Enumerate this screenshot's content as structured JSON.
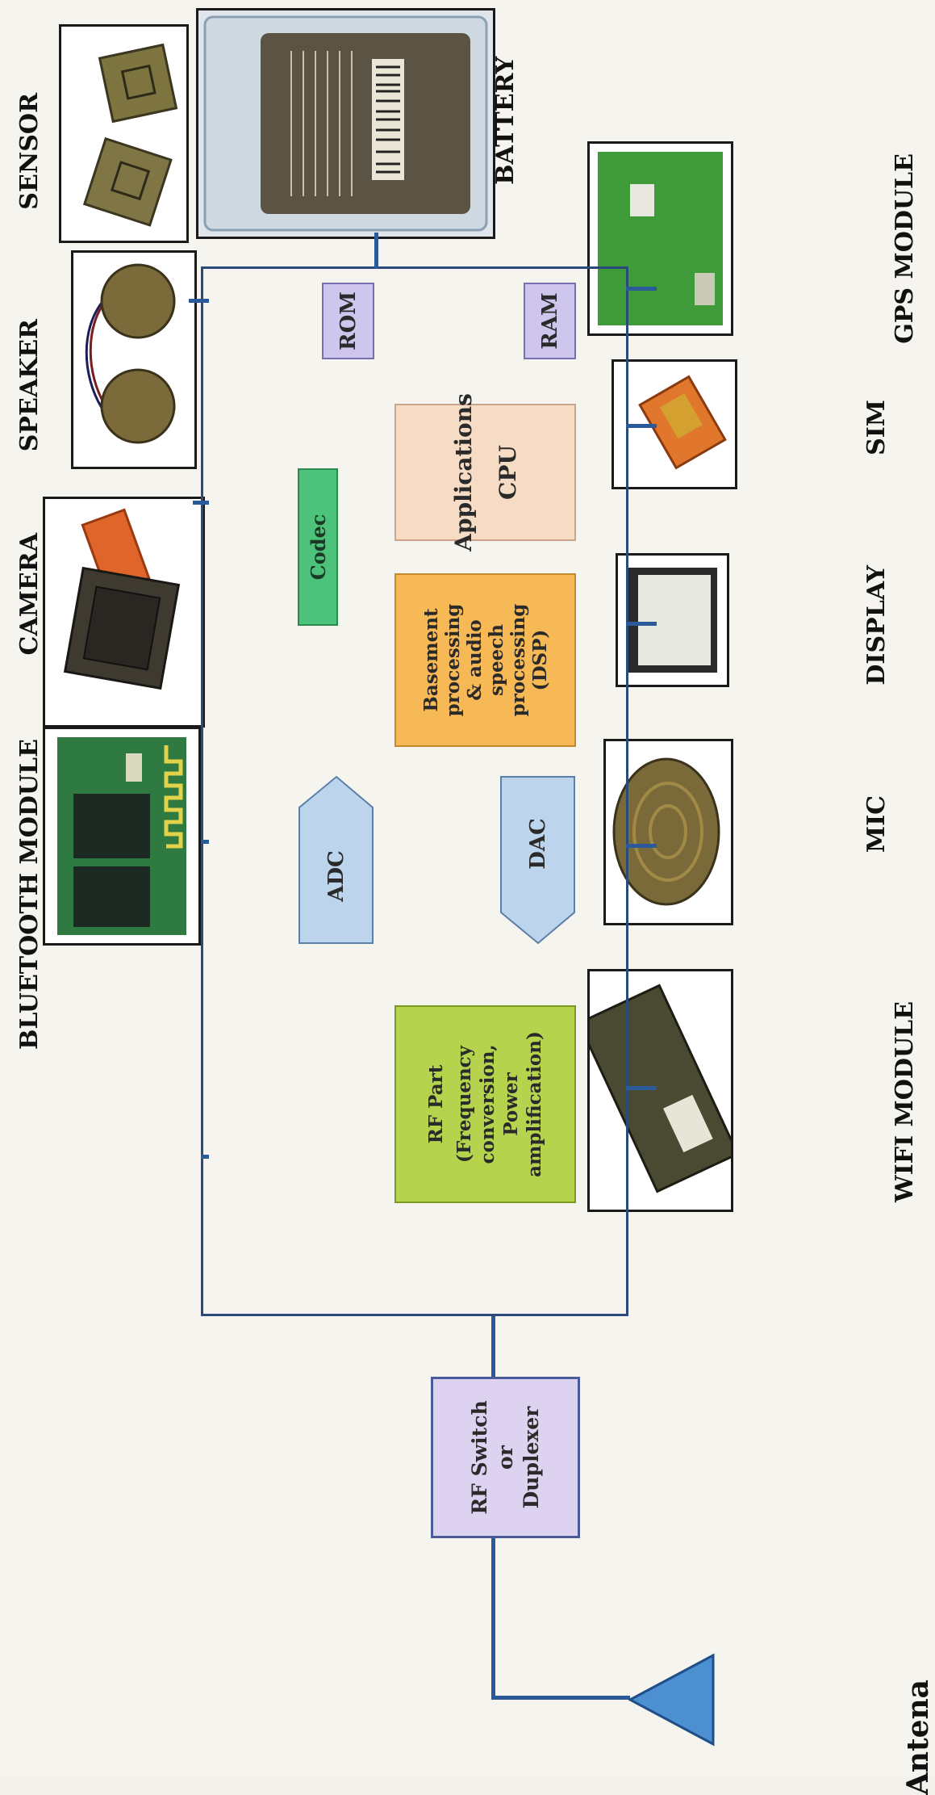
{
  "diagram": {
    "peripherals_top": [
      {
        "key": "sensor",
        "label": "SENSOR"
      },
      {
        "key": "speaker",
        "label": "SPEAKER"
      },
      {
        "key": "camera",
        "label": "CAMERA"
      },
      {
        "key": "bluetooth",
        "label": "BLUETOOTH MODULE"
      }
    ],
    "battery_label": "BATTERY",
    "peripherals_bottom": [
      {
        "key": "gps",
        "label": "GPS MODULE"
      },
      {
        "key": "sim",
        "label": "SIM"
      },
      {
        "key": "display",
        "label": "DISPLAY"
      },
      {
        "key": "mic",
        "label": "MIC"
      },
      {
        "key": "wifi",
        "label": "WIFI MODULE"
      }
    ],
    "blocks": {
      "rom": "ROM",
      "ram": "RAM",
      "codec": "Codec",
      "cpu_lines": [
        "Applications",
        "CPU"
      ],
      "dsp_lines": [
        "Basement",
        "processing",
        "& audio",
        "speech",
        "processing",
        "(DSP)"
      ],
      "adc": "ADC",
      "dac": "DAC",
      "rf_lines": [
        "RF Part",
        "(Frequency",
        "conversion,",
        "Power",
        "amplification)"
      ],
      "switch_lines": [
        "RF Switch",
        "or",
        "Duplexer"
      ]
    },
    "antenna_label": "Antena",
    "colors": {
      "line": "#2a5a9a",
      "memory": "#cfc6ee",
      "cpu": "#f6dcc4",
      "codec": "#4cc27a",
      "dsp": "#f7b956",
      "converter": "#bcd4ec",
      "rf": "#b5d34d",
      "switch": "#ddd3f0",
      "antenna": "#4d90d2"
    }
  }
}
